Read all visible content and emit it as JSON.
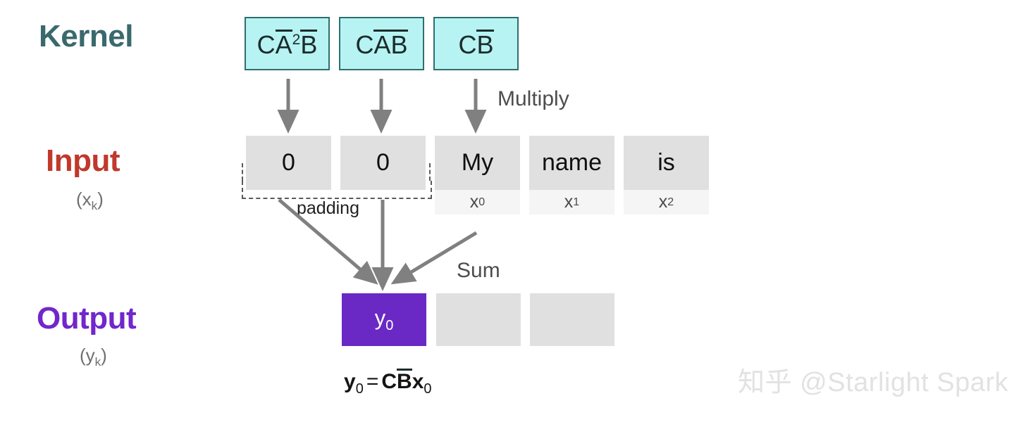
{
  "rows": {
    "kernel": {
      "label": "Kernel"
    },
    "input": {
      "label": "Input",
      "sublabel_base": "(x",
      "sublabel_sub": "k",
      "sublabel_close": ")"
    },
    "output": {
      "label": "Output",
      "sublabel_base": "(y",
      "sublabel_sub": "k",
      "sublabel_close": ")"
    }
  },
  "kernel": {
    "boxes": [
      {
        "name": "kernel-CA2B",
        "c": "C",
        "a": "A",
        "exp": "2",
        "b": "B",
        "has_exp": true
      },
      {
        "name": "kernel-CAB",
        "c": "C",
        "a": "A",
        "exp": "",
        "b": "B",
        "has_exp": false
      },
      {
        "name": "kernel-CB",
        "c": "C",
        "a": "",
        "exp": "",
        "b": "B",
        "has_exp": false
      }
    ]
  },
  "input": {
    "cells": [
      {
        "value": "0",
        "sub": "",
        "padding": true
      },
      {
        "value": "0",
        "sub": "",
        "padding": true
      },
      {
        "value": "My",
        "sub_base": "x",
        "sub_idx": "0",
        "padding": false
      },
      {
        "value": "name",
        "sub_base": "x",
        "sub_idx": "1",
        "padding": false
      },
      {
        "value": "is",
        "sub_base": "x",
        "sub_idx": "2",
        "padding": false
      }
    ],
    "padding_label": "padding"
  },
  "output": {
    "cells": [
      {
        "value_base": "y",
        "value_sub": "0",
        "active": true
      },
      {
        "value_base": "",
        "value_sub": "",
        "active": false
      },
      {
        "value_base": "",
        "value_sub": "",
        "active": false
      }
    ]
  },
  "annotations": {
    "multiply": "Multiply",
    "sum": "Sum"
  },
  "formula": {
    "lhs_base": "y",
    "lhs_sub": "0",
    "eq": "=",
    "c": "C",
    "b": "B",
    "x_base": "x",
    "x_sub": "0"
  },
  "watermark": {
    "text": "知乎 @Starlight Spark"
  },
  "colors": {
    "kernel_fill": "#b6f3f2",
    "kernel_border": "#2f6e6e",
    "kernel_label": "#39696d",
    "input_label": "#c0392b",
    "output_label": "#7226cc",
    "output_active": "#6a29c4",
    "cell_gray": "#e0e0e0",
    "cell_gray_light": "#f5f5f5",
    "arrow_gray": "#808080",
    "background": "#ffffff"
  }
}
